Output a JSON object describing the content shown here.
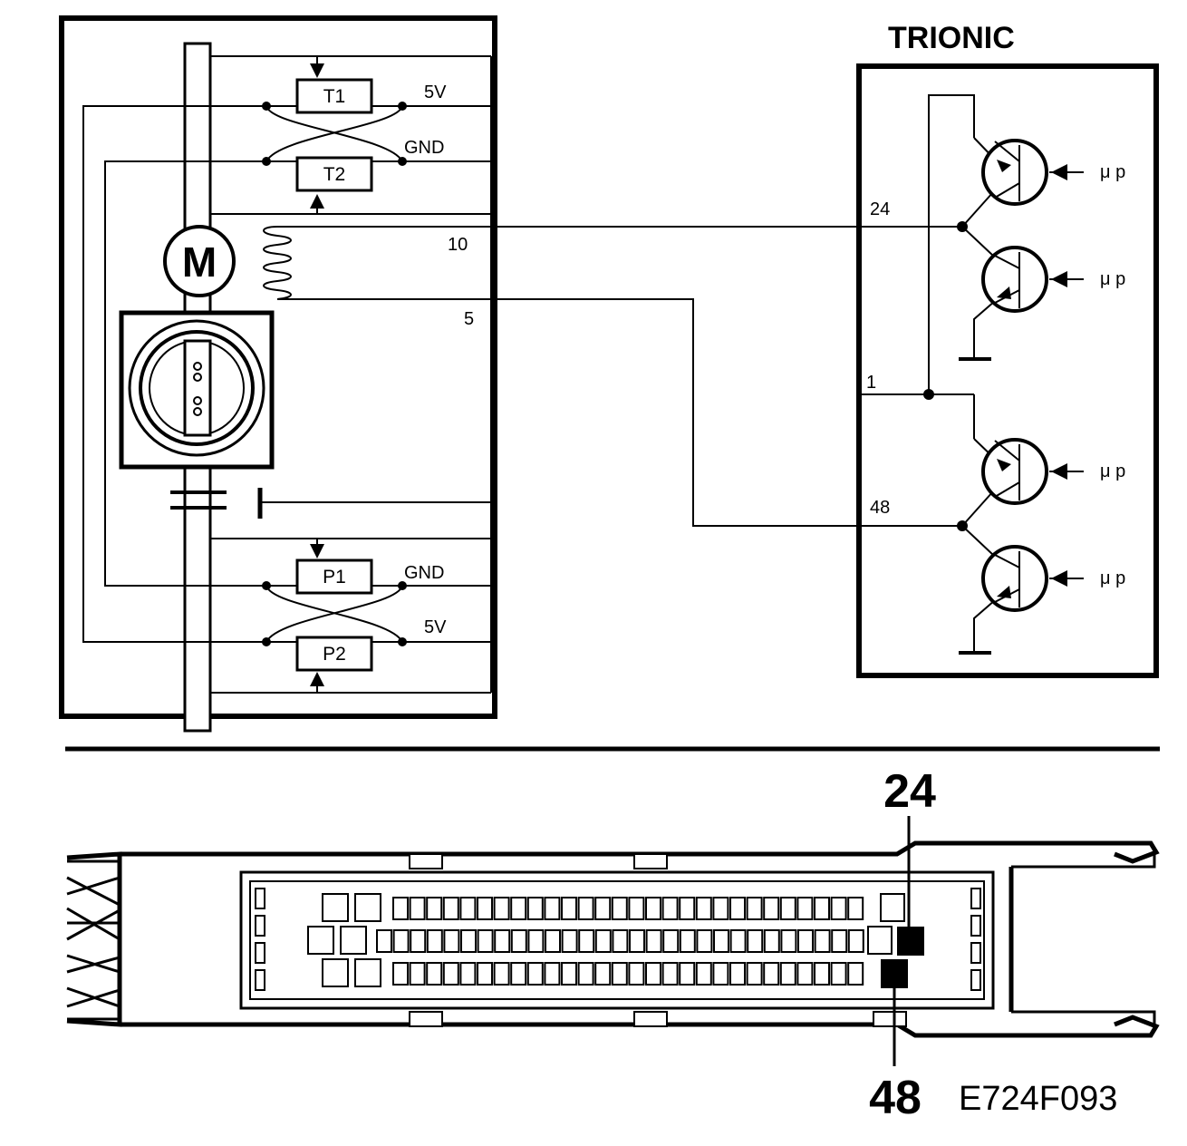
{
  "title": "TRIONIC",
  "components": {
    "t1": "T1",
    "t2": "T2",
    "p1": "P1",
    "p2": "P2",
    "motor": "M"
  },
  "labels": {
    "v5_top": "5V",
    "gnd_top": "GND",
    "gnd_bottom": "GND",
    "v5_bottom": "5V",
    "pin_10": "10",
    "pin_5": "5",
    "pin_24": "24",
    "pin_1": "1",
    "pin_48": "48",
    "mu_p": "μ p"
  },
  "connector": {
    "pin_24": "24",
    "pin_48": "48"
  },
  "figure_id": "E724F093"
}
